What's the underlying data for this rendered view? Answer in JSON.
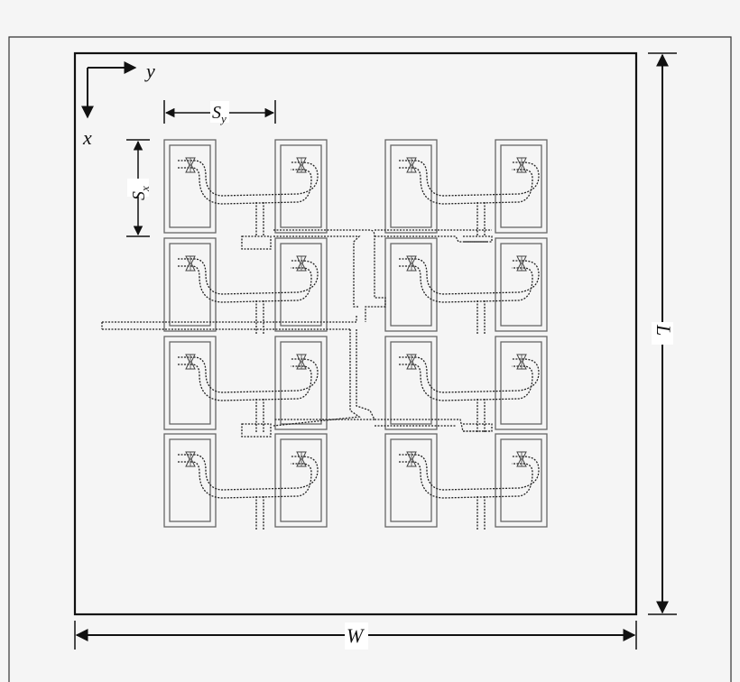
{
  "figure": {
    "type": "antenna-array-layout",
    "background": "#f5f5f5",
    "line_color": "#111111",
    "element_color": "#555555",
    "feed_color": "#222222"
  },
  "axes": {
    "x_label": "x",
    "y_label": "y"
  },
  "dimensions": {
    "spacing_y_label": "S",
    "spacing_y_sub": "y",
    "spacing_x_label": "S",
    "spacing_x_sub": "x",
    "length_label": "L",
    "width_label": "W"
  },
  "array": {
    "rows": 4,
    "columns": 4,
    "element_type": "bowtie-dipole",
    "element_count": 16
  }
}
